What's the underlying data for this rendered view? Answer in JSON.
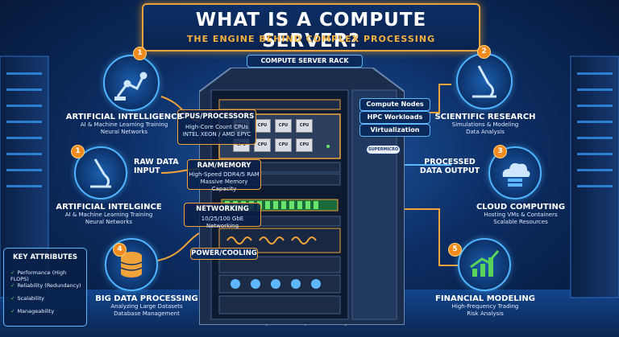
{
  "header": {
    "title": "WHAT IS A COMPUTE SERVER?",
    "subtitle": "THE ENGINE BEHIND COMPLEX PROCESSING"
  },
  "rack": {
    "label": "COMPUTE SERVER RACK",
    "brand": "SUPERMICRO",
    "cpu_chip": "CPU"
  },
  "inputs": {
    "raw_data": "RAW DATA INPUT",
    "processed_output": "PROCESSED DATA OUTPUT"
  },
  "components": [
    {
      "title": "CPUS/PROCESSORS",
      "desc": [
        "High-Core Count CPUs",
        "INTEL XEON / AMD EPYC"
      ]
    },
    {
      "title": "RAM/MEMORY",
      "desc": [
        "High-Speed DDR4/5 RAM",
        "Massive Memory Capacity"
      ]
    },
    {
      "title": "NETWORKING",
      "desc": [
        "10/25/100 GbE Networking"
      ]
    },
    {
      "title": "POWER/COOLING",
      "desc": []
    }
  ],
  "workloads": [
    "Compute Nodes",
    "HPC Workloads",
    "Virtualization"
  ],
  "left_uses": [
    {
      "badge": "1",
      "title": "ARTIFICIAL INTELLIGENCE",
      "desc": [
        "AI & Machine Learning Training",
        "Neural Networks"
      ]
    },
    {
      "badge": "1",
      "title": "ARTIFICIAL INTELGINCE",
      "desc": [
        "AI & Machine Learning Training",
        "Neural Networks"
      ]
    },
    {
      "badge": "4",
      "title": "BIG DATA PROCESSING",
      "desc": [
        "Analyzing Large Datasets",
        "Database Management"
      ]
    }
  ],
  "right_uses": [
    {
      "badge": "2",
      "title": "SCIENTIFIC RESEARCH",
      "desc": [
        "Simulations & Modeling",
        "Data Analysis"
      ]
    },
    {
      "badge": "3",
      "title": "CLOUD COMPUTING",
      "desc": [
        "Hosting VMs & Containers",
        "Scalable Resources"
      ]
    },
    {
      "badge": "5",
      "title": "FINANCIAL MODELING",
      "desc": [
        "High-Frequency Trading",
        "Risk Analysis"
      ]
    }
  ],
  "key_attributes": {
    "title": "KEY ATTRIBUTES",
    "items": [
      "Performance (High FLOPS)",
      "Reliability (Redundancy)",
      "Scalability",
      "Manageability"
    ]
  },
  "colors": {
    "accent": "#f0a33b",
    "glow": "#4fb4ff",
    "background": "#0c2d63"
  }
}
